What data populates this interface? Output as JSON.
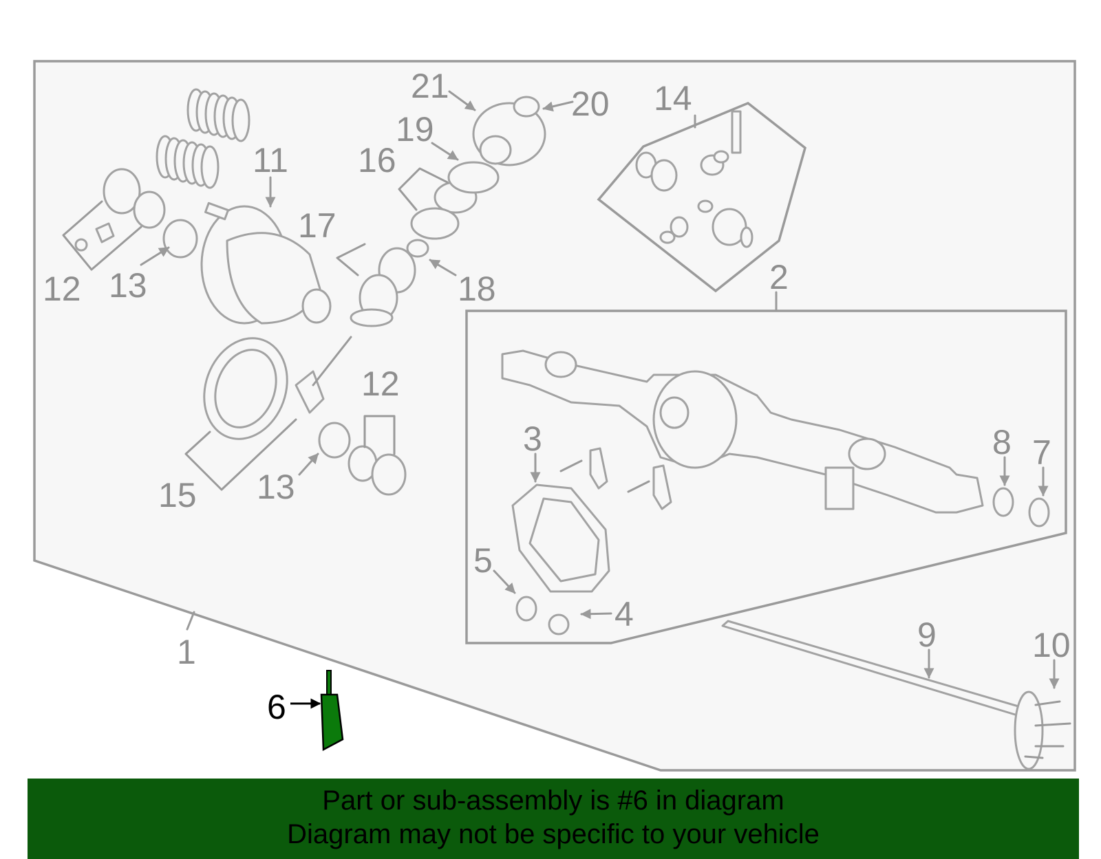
{
  "diagram": {
    "highlighted_part": "6",
    "colors": {
      "highlight": "#0b7a0b",
      "banner": "#0b5a0b",
      "parts": "#a2a2a2"
    },
    "callouts": {
      "c1": "1",
      "c2": "2",
      "c3": "3",
      "c4": "4",
      "c5": "5",
      "c6": "6",
      "c7": "7",
      "c8": "8",
      "c9": "9",
      "c10": "10",
      "c11": "11",
      "c12a": "12",
      "c12b": "12",
      "c13a": "13",
      "c13b": "13",
      "c14": "14",
      "c15": "15",
      "c16": "16",
      "c17": "17",
      "c18": "18",
      "c19": "19",
      "c20": "20",
      "c21": "21"
    }
  },
  "banner": {
    "line1": "Part or sub-assembly is #6 in diagram",
    "line2": "Diagram may not be specific to your vehicle"
  }
}
